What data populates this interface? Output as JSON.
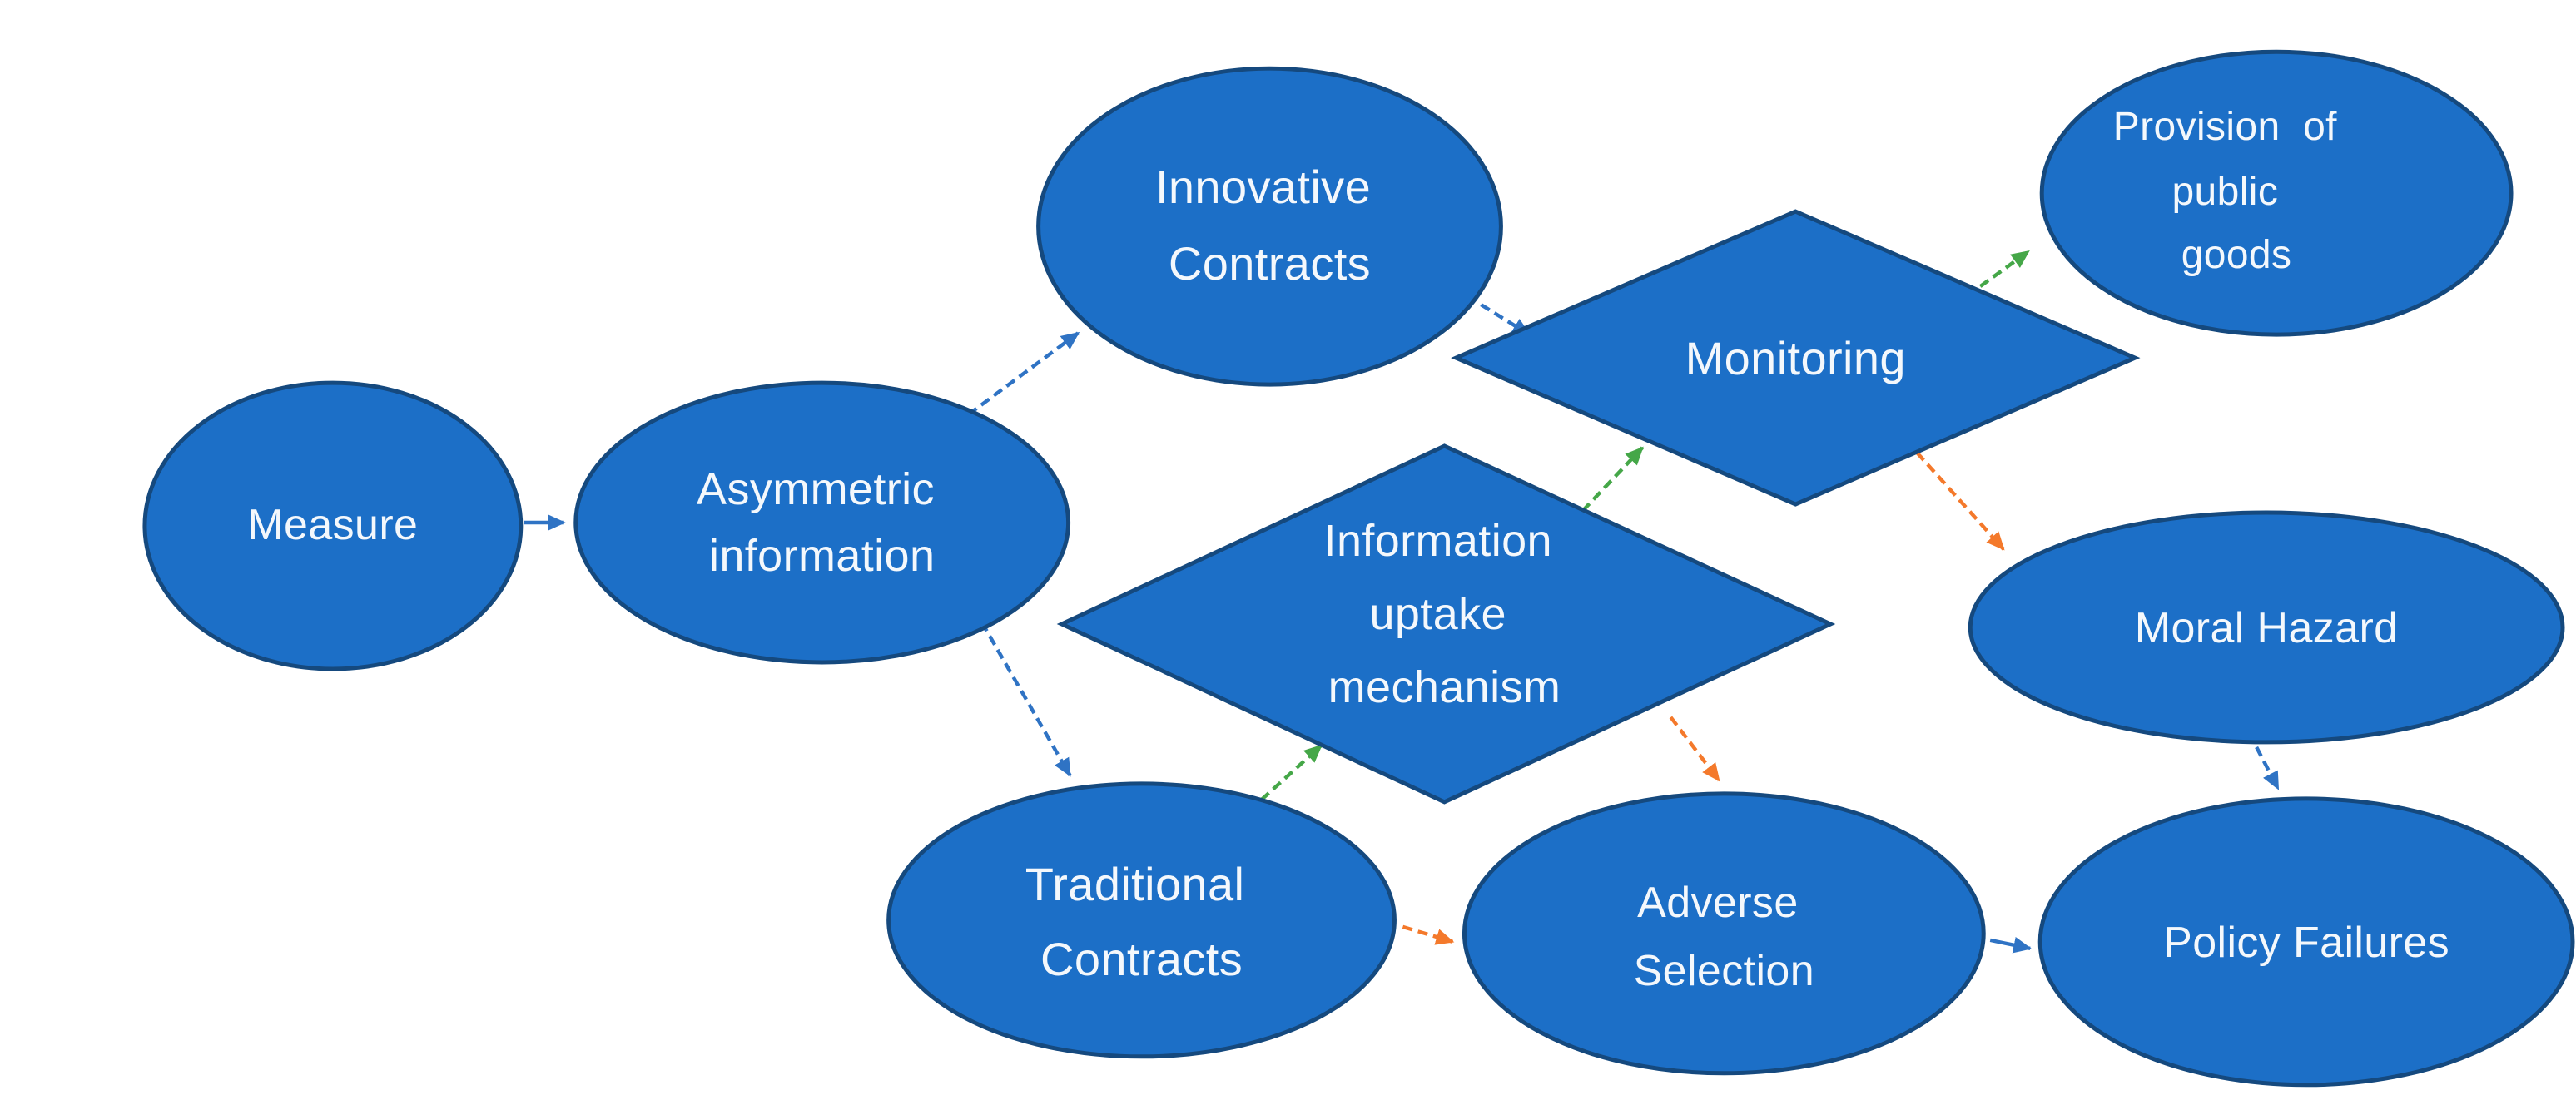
{
  "diagram": {
    "title": "Asymmetric information flow diagram",
    "background": "#FFFFFF",
    "colors": {
      "node_fill": "#1C6FC7",
      "node_border": "#15497E",
      "text": "#F4F8FC",
      "arrow_blue": "#2F73C4",
      "arrow_green": "#45A748",
      "arrow_orange": "#F4792B"
    },
    "nodes": {
      "measure": {
        "shape": "ellipse",
        "label": "Measure",
        "lines": [
          "Measure"
        ]
      },
      "asymmetric_information": {
        "shape": "ellipse",
        "label": "Asymmetric information",
        "lines": [
          "Asymmetric",
          "information"
        ]
      },
      "innovative_contracts": {
        "shape": "ellipse",
        "label": "Innovative Contracts",
        "lines": [
          "Innovative",
          "Contracts"
        ]
      },
      "provision_public_goods": {
        "shape": "ellipse",
        "label": "Provision of public goods",
        "lines": [
          "Provision  of",
          "public",
          "goods"
        ]
      },
      "monitoring": {
        "shape": "diamond",
        "label": "Monitoring",
        "lines": [
          "Monitoring"
        ]
      },
      "information_uptake_mechanism": {
        "shape": "diamond",
        "label": "Information uptake mechanism",
        "lines": [
          "Information",
          "uptake",
          "mechanism"
        ]
      },
      "traditional_contracts": {
        "shape": "ellipse",
        "label": "Traditional Contracts",
        "lines": [
          "Traditional",
          "Contracts"
        ]
      },
      "adverse_selection": {
        "shape": "ellipse",
        "label": "Adverse Selection",
        "lines": [
          "Adverse",
          "Selection"
        ]
      },
      "moral_hazard": {
        "shape": "ellipse",
        "label": "Moral Hazard",
        "lines": [
          "Moral Hazard"
        ]
      },
      "policy_failures": {
        "shape": "ellipse",
        "label": "Policy Failures",
        "lines": [
          "Policy Failures"
        ]
      }
    },
    "edges": [
      {
        "from": "Measure",
        "to": "Asymmetric information",
        "color": "blue",
        "style": "solid"
      },
      {
        "from": "Asymmetric information",
        "to": "Innovative Contracts",
        "color": "blue",
        "style": "dashed"
      },
      {
        "from": "Asymmetric information",
        "to": "Traditional Contracts",
        "color": "blue",
        "style": "dashed"
      },
      {
        "from": "Innovative Contracts",
        "to": "Monitoring",
        "color": "blue",
        "style": "dashed"
      },
      {
        "from": "Information uptake mechanism",
        "to": "Monitoring",
        "color": "green",
        "style": "dashed"
      },
      {
        "from": "Monitoring",
        "to": "Provision of public goods",
        "color": "green",
        "style": "dashed"
      },
      {
        "from": "Monitoring",
        "to": "Moral Hazard",
        "color": "orange",
        "style": "dashed"
      },
      {
        "from": "Traditional Contracts",
        "to": "Information uptake mechanism",
        "color": "green",
        "style": "dashed"
      },
      {
        "from": "Information uptake mechanism",
        "to": "Adverse Selection",
        "color": "orange",
        "style": "dashed"
      },
      {
        "from": "Traditional Contracts",
        "to": "Adverse Selection",
        "color": "orange",
        "style": "dashed"
      },
      {
        "from": "Adverse Selection",
        "to": "Policy Failures",
        "color": "blue",
        "style": "solid"
      },
      {
        "from": "Moral Hazard",
        "to": "Policy Failures",
        "color": "blue",
        "style": "dashed"
      }
    ]
  }
}
